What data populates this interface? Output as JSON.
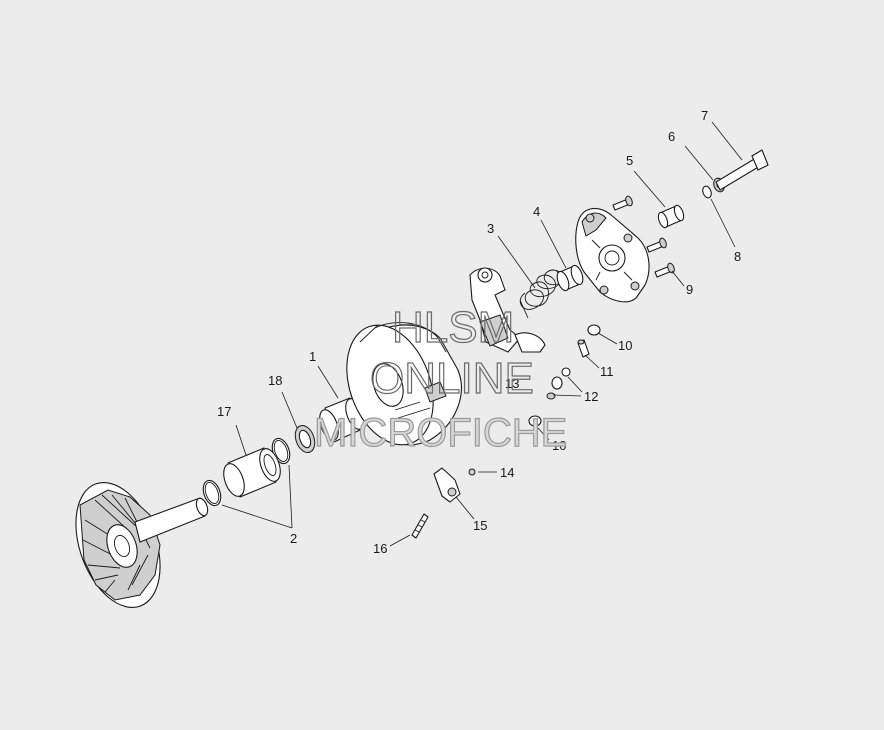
{
  "watermark": {
    "line1": "HLSM",
    "line2": "ONLINE",
    "line3": "MICROFICHE"
  },
  "callouts": [
    {
      "id": "c1",
      "label": "1"
    },
    {
      "id": "c2",
      "label": "2"
    },
    {
      "id": "c3",
      "label": "3"
    },
    {
      "id": "c4",
      "label": "4"
    },
    {
      "id": "c5",
      "label": "5"
    },
    {
      "id": "c6",
      "label": "6"
    },
    {
      "id": "c7",
      "label": "7"
    },
    {
      "id": "c8",
      "label": "8"
    },
    {
      "id": "c9",
      "label": "9"
    },
    {
      "id": "c10a",
      "label": "10"
    },
    {
      "id": "c10b",
      "label": "10"
    },
    {
      "id": "c11",
      "label": "11"
    },
    {
      "id": "c12",
      "label": "12"
    },
    {
      "id": "c13",
      "label": "13"
    },
    {
      "id": "c14",
      "label": "14"
    },
    {
      "id": "c15",
      "label": "15"
    },
    {
      "id": "c16",
      "label": "16"
    },
    {
      "id": "c17",
      "label": "17"
    },
    {
      "id": "c18",
      "label": "18"
    }
  ],
  "colors": {
    "background": "#ececec",
    "line": "#1a1a1a",
    "watermark": "#6a6a6a"
  }
}
